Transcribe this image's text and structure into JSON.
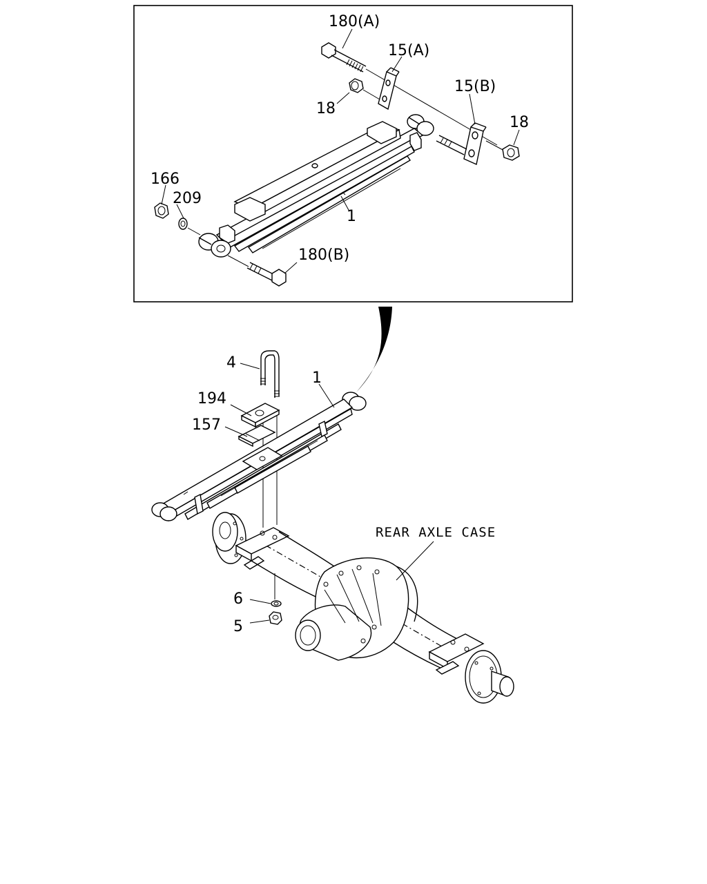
{
  "labels": {
    "bolt_180a": "180(A)",
    "bracket_15a": "15(A)",
    "bracket_15b": "15(B)",
    "nut_18_left": "18",
    "nut_18_right": "18",
    "nut_166": "166",
    "washer_209": "209",
    "spring_1_top": "1",
    "bolt_180b": "180(B)",
    "ubolt_4": "4",
    "pad_194": "194",
    "plate_157": "157",
    "spring_1_bottom": "1",
    "axle_case": "REAR AXLE CASE",
    "washer_6": "6",
    "nut_5": "5"
  }
}
